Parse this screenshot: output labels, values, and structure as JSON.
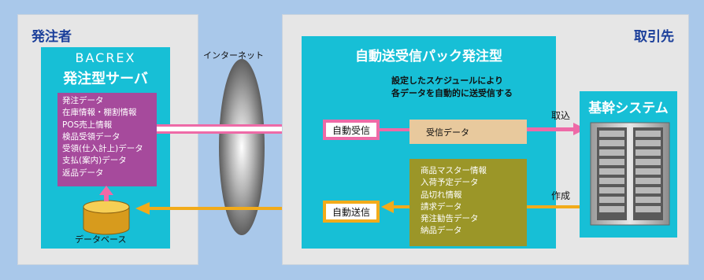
{
  "orderer": {
    "section_title": "発注者",
    "server_title_line1": "BACREX",
    "server_title_line2": "発注型サーバ",
    "data_items": [
      "発注データ",
      "在庫情報・棚割情報",
      "POS売上情報",
      "検品受領データ",
      "受領(仕入計上)データ",
      "支払(案内)データ",
      "返品データ"
    ],
    "database_label": "データベース"
  },
  "internet_label": "インターネット",
  "supplier": {
    "section_title": "取引先",
    "package_title": "自動送受信パック発注型",
    "description_line1": "設定したスケジュールにより",
    "description_line2": "各データを自動的に送受信する",
    "auto_receive_label": "自動受信",
    "auto_send_label": "自動送信",
    "received_data_label": "受信データ",
    "send_data_items": [
      "商品マスター情報",
      "入荷予定データ",
      "品切れ情報",
      "請求データ",
      "発注勧告データ",
      "納品データ"
    ],
    "import_label": "取込",
    "create_label": "作成",
    "core_system_title": "基幹システム"
  },
  "colors": {
    "background": "#a9c8ea",
    "panel": "#e6e6e6",
    "cyan": "#17bfd6",
    "heading_blue": "#1b3f9a",
    "magenta": "#a64a9c",
    "pink_arrow": "#ee6aa7",
    "orange_arrow": "#f2ab1a",
    "received_box": "#e8c99d",
    "send_box": "#9b9628"
  }
}
